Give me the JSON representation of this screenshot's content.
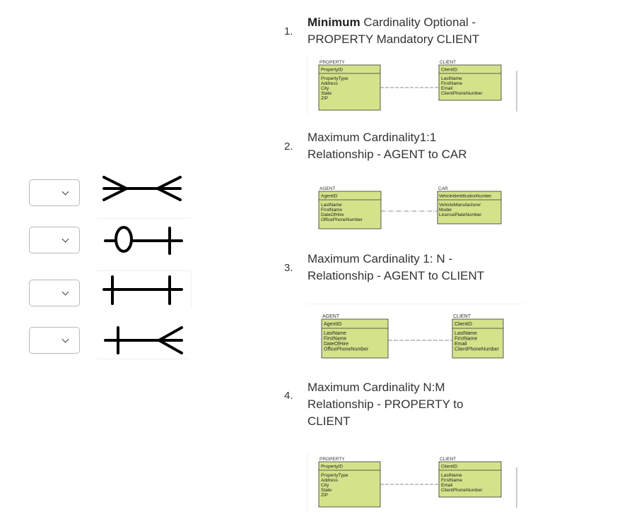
{
  "dropdowns": [
    {
      "value": ""
    },
    {
      "value": ""
    },
    {
      "value": ""
    },
    {
      "value": ""
    }
  ],
  "items": [
    {
      "number": "1.",
      "bold": "Minimum",
      "line1": " Cardinality Optional -",
      "line2": "PROPERTY Mandatory CLIENT",
      "diagram": {
        "left": {
          "name": "PROPERTY",
          "key": "PropertyID",
          "attrs": [
            "PropertyType",
            "Address",
            "City",
            "State",
            "ZIP"
          ]
        },
        "right": {
          "name": "CLIENT",
          "key": "ClientID",
          "attrs": [
            "LastName",
            "FirstName",
            "Email",
            "ClientPhoneNumber"
          ]
        }
      }
    },
    {
      "number": "2.",
      "line1": "Maximum Cardinality1:1",
      "line2": "Relationship - AGENT to CAR",
      "diagram": {
        "left": {
          "name": "AGENT",
          "key": "AgentID",
          "attrs": [
            "LastName",
            "FirstName",
            "DateOfHire",
            "OfficePhoneNumber"
          ]
        },
        "right": {
          "name": "CAR",
          "key": "VehicleIdentificationNumber",
          "attrs": [
            "VehicleManufacturer",
            "Model",
            "LicensePlateNumber"
          ]
        }
      }
    },
    {
      "number": "3.",
      "line1": "Maximum Cardinality 1: N -",
      "line2": "Relationship - AGENT to CLIENT",
      "diagram": {
        "left": {
          "name": "AGENT",
          "key": "AgentID",
          "attrs": [
            "LastName",
            "FirstName",
            "DateOfHire",
            "OfficePhoneNumber"
          ]
        },
        "right": {
          "name": "CLIENT",
          "key": "ClientID",
          "attrs": [
            "LastName",
            "FirstName",
            "Email",
            "ClientPhoneNumber"
          ]
        }
      }
    },
    {
      "number": "4.",
      "line1": "Maximum Cardinality N:M",
      "line2": "Relationship - PROPERTY to",
      "line3": "CLIENT",
      "diagram": {
        "left": {
          "name": "PROPERTY",
          "key": "PropertyID",
          "attrs": [
            "PropertyType",
            "Address",
            "City",
            "State",
            "ZIP"
          ]
        },
        "right": {
          "name": "CLIENT",
          "key": "ClientID",
          "attrs": [
            "LastName",
            "FirstName",
            "Email",
            "ClientPhoneNumber"
          ]
        }
      }
    }
  ],
  "colors": {
    "entity_fill": "#d4e38a",
    "entity_stroke": "#333333",
    "dropdown_border": "#b8b8b8"
  }
}
